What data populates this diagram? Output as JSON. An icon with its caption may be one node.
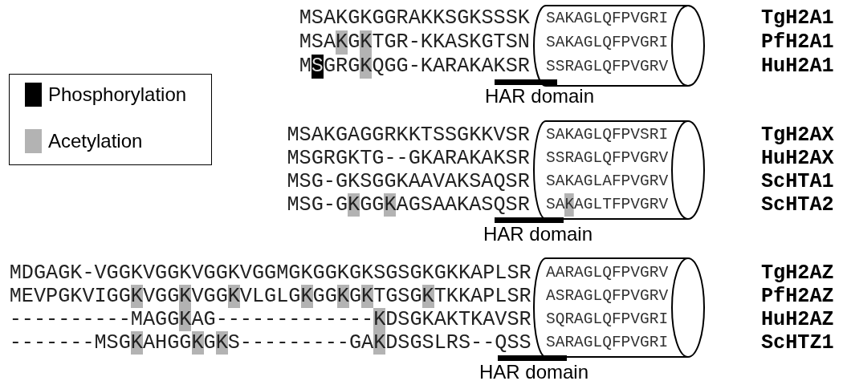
{
  "diagram": {
    "nodes": [
      {
        "text": [
          "SAKAGLQFPVGRI",
          "SAKAGLQFPVGRI",
          "SSRAGLQFPVGRV"
        ]
      },
      {
        "text": [
          "SAKAGLQFPVSRI",
          "SSRAGLQFPVGRV",
          "SAKAGLAFPVGRV",
          "SAKAGLTFPVGRV"
        ]
      },
      {
        "text": [
          "AARAGLQFPVGRV",
          "ASRAGLQFPVGRV",
          "SQRAGLQFPVGRI",
          "SARAGLQFPVGRI"
        ]
      }
    ],
    "labels": [
      "MSAKGKGGRAKKSGKSSSK",
      "TgH2A1",
      "MSAKGKTGR-KKASKGTSN",
      "PfH2A1",
      "MSGRGKQGG-KARAKAKSR",
      "HuH2A1",
      "HAR domain",
      "MSAKGAGGRKKTSSGKKVSR",
      "TgH2AX",
      "MSGRGKTG--GKARAKAKSR",
      "HuH2AX",
      "MSG-GKSGGKAAVAKSAQSR",
      "ScHTA1",
      "MSG-GKGGKAGSAAKASQSR",
      "ScHTA2",
      "HAR domain",
      "MDGAGK-VGGKVGGKVGGKVGGMGKGGKGKSGSGKGKKAPLSR",
      "TgH2AZ",
      "MEVPGKVIGGKVGGKVGGKVLGLGKGGKGKTGSGKTKKAPLSR",
      "PfH2AZ",
      "----------MAGGKAG-------------KDSGKAKTKAVSR",
      "HuH2AZ",
      "-------MSGKAHGGKGKS---------GAKDSGSLRS--QSS",
      "ScHTZ1",
      "HAR domain"
    ],
    "legend": [
      {
        "text": "Phosphorylation",
        "color": "#000000"
      },
      {
        "text": "Acetylation",
        "color": "#b3b3b3"
      }
    ]
  }
}
